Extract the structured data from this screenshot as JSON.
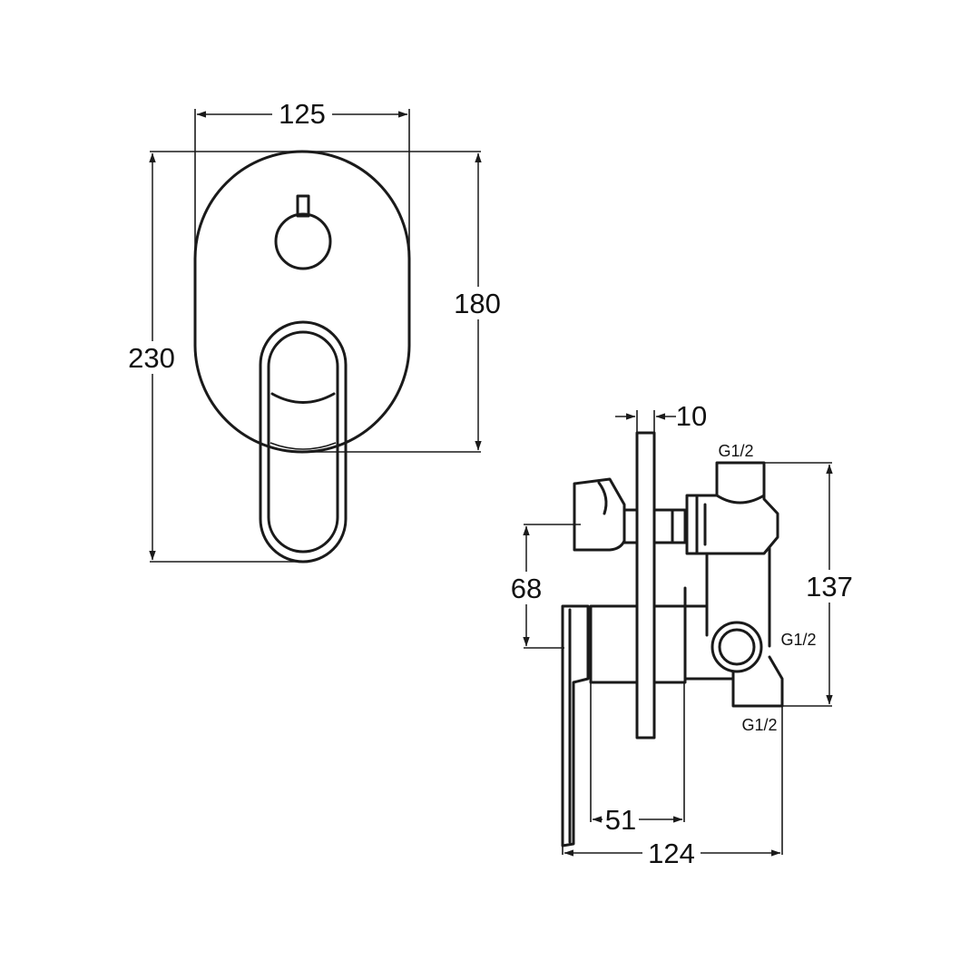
{
  "front_view": {
    "width": "125",
    "height_total": "230",
    "height_plate": "180"
  },
  "side_view": {
    "plate_thickness": "10",
    "handle_offset": "68",
    "height_outlets": "137",
    "depth_body": "51",
    "depth_total": "124",
    "thread_top": "G1/2",
    "thread_middle": "G1/2",
    "thread_bottom": "G1/2"
  }
}
